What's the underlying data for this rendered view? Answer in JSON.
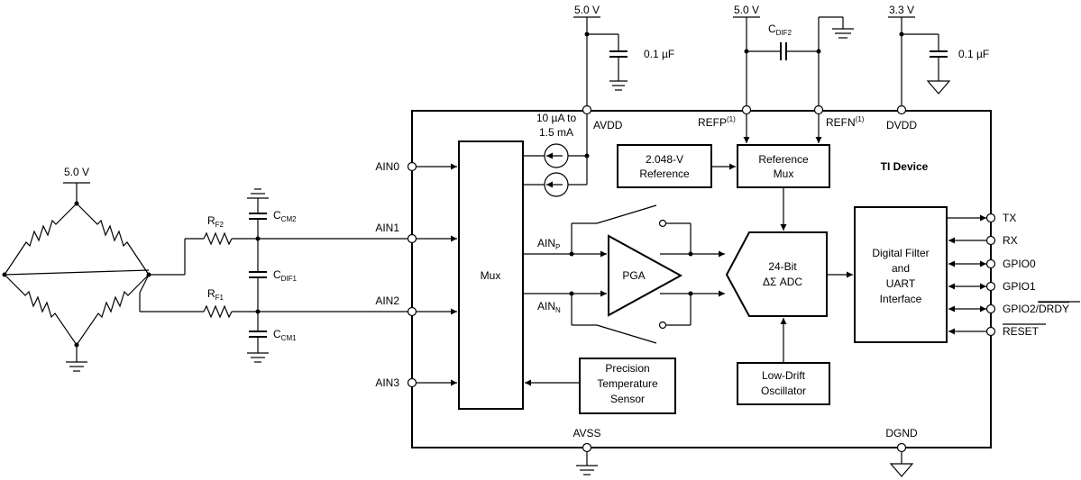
{
  "supply": {
    "avdd_voltage": "5.0 V",
    "ref_voltage": "5.0 V",
    "dvdd_voltage": "3.3 V",
    "bridge_voltage": "5.0 V",
    "avdd_cap": "0.1 µF",
    "dvdd_cap": "0.1 µF"
  },
  "pins": {
    "avdd": "AVDD",
    "refp": "REFP",
    "refn": "REFN",
    "footnote": "(1)",
    "dvdd": "DVDD",
    "avss": "AVSS",
    "dgnd": "DGND",
    "ain0": "AIN0",
    "ain1": "AIN1",
    "ain2": "AIN2",
    "ain3": "AIN3",
    "tx": "TX",
    "rx": "RX",
    "gpio0": "GPIO0",
    "gpio1": "GPIO1",
    "gpio2_prefix": "GPIO2/",
    "gpio2_drdy": "DRDY",
    "reset": "RESET"
  },
  "components": {
    "cdif2_main": "C",
    "cdif2_sub": "DIF2",
    "rf2_main": "R",
    "rf2_sub": "F2",
    "rf1_main": "R",
    "rf1_sub": "F1",
    "ccm2_main": "C",
    "ccm2_sub": "CM2",
    "cdif1_main": "C",
    "cdif1_sub": "DIF1",
    "ccm1_main": "C",
    "ccm1_sub": "CM1",
    "current_line1": "10 µA to",
    "current_line2": "1.5 mA"
  },
  "blocks": {
    "device": "TI Device",
    "mux": "Mux",
    "reference_line1": "2.048-V",
    "reference_line2": "Reference",
    "refmux_line1": "Reference",
    "refmux_line2": "Mux",
    "pga": "PGA",
    "adc_line1": "24-Bit",
    "adc_line2": "ΔΣ ADC",
    "filter_line1": "Digital Filter",
    "filter_line2": "and",
    "filter_line3": "UART",
    "filter_line4": "Interface",
    "temp_line1": "Precision",
    "temp_line2": "Temperature",
    "temp_line3": "Sensor",
    "osc_line1": "Low-Drift",
    "osc_line2": "Oscillator",
    "ainp_main": "AIN",
    "ainp_sub": "P",
    "ainn_main": "AIN",
    "ainn_sub": "N"
  }
}
